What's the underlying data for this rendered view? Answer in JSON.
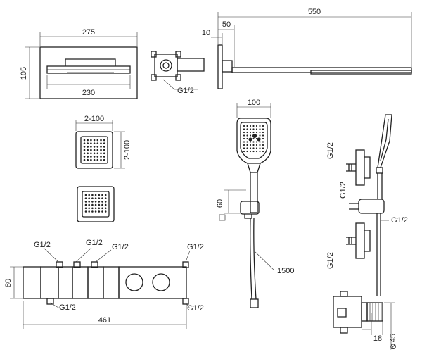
{
  "shower_head": {
    "length": "275",
    "inner_length": "230",
    "height": "105",
    "connection": "G1/2"
  },
  "arm": {
    "length": "550",
    "offset": "50",
    "flange": "10"
  },
  "body_jets": {
    "width": "2-100",
    "height": "2-100"
  },
  "hand_shower": {
    "head_width": "100",
    "holder_height": "60",
    "hose_length": "1500"
  },
  "mixer": {
    "height": "80",
    "width": "461",
    "connections": [
      "G1/2",
      "G1/2",
      "G1/2",
      "G1/2",
      "G1/2"
    ]
  },
  "side_view": {
    "connections": [
      "G1/2",
      "G1/2",
      "G1/2",
      "G1/2"
    ],
    "depth": "18",
    "diameter": "45"
  }
}
